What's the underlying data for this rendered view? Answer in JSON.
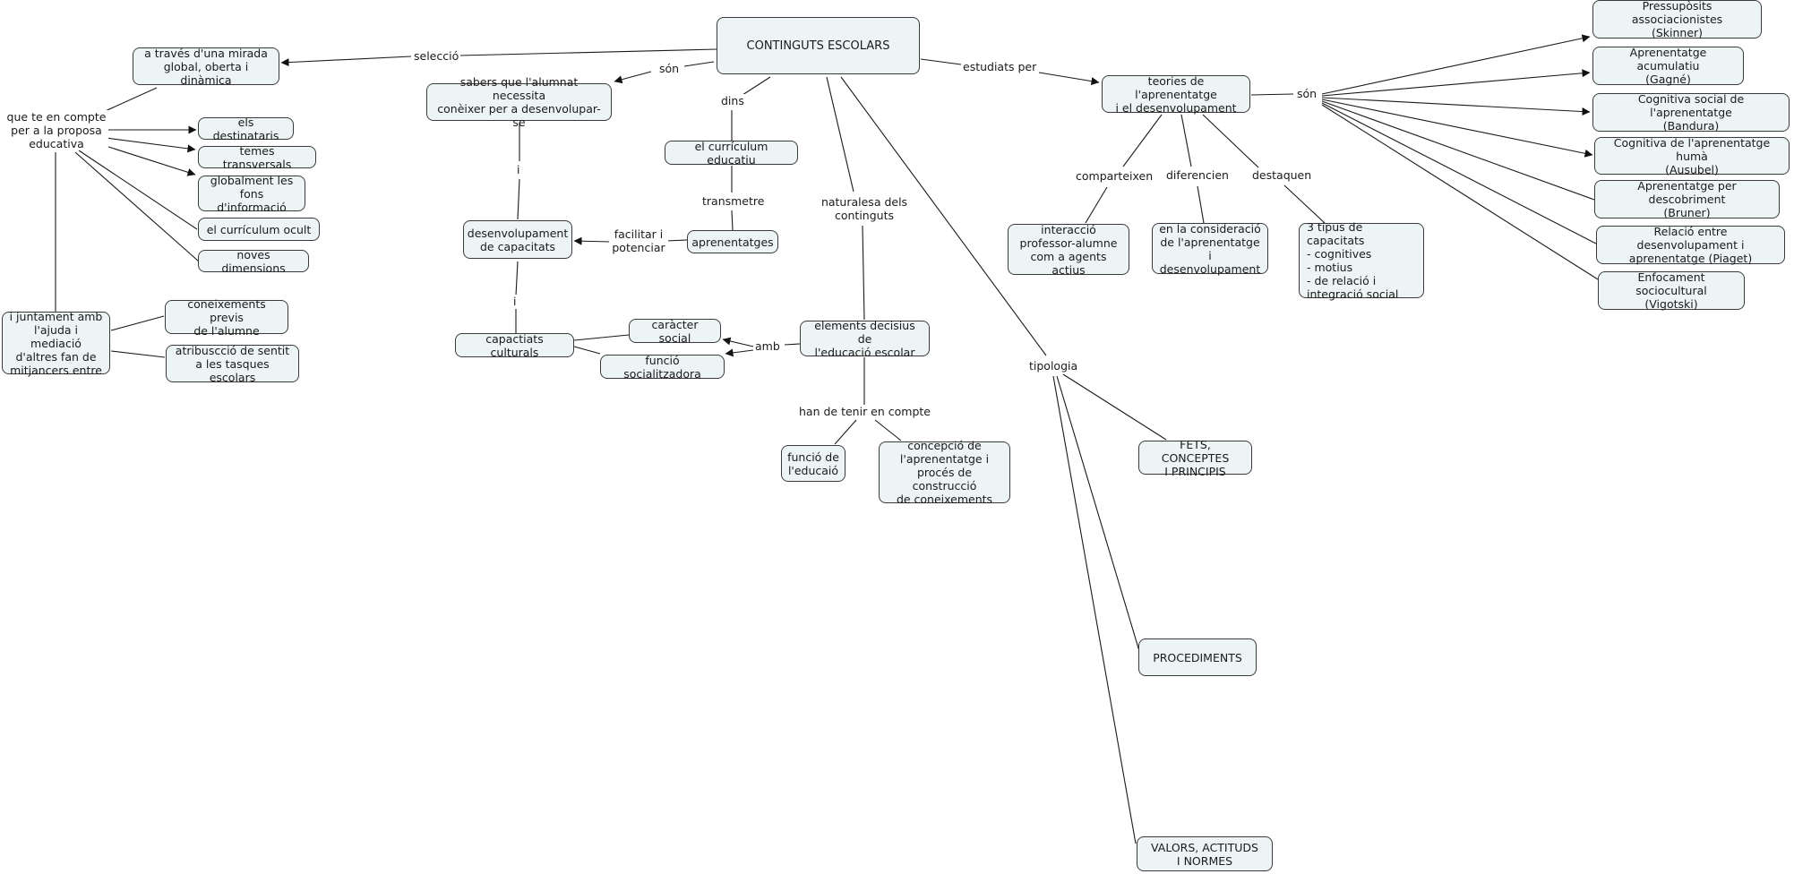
{
  "nodes": {
    "continguts": "CONTINGUTS ESCOLARS",
    "mirada": "a través d'una mirada\nglobal, oberta i dinàmica",
    "sabers": "sabers que l'alumnat necessita\nconèixer per a desenvolupar-se",
    "curriculum_educatiu": "el currículum educatiu",
    "teories": "teories de l'aprenentatge\ni el desenvolupament",
    "destinataris": "els destinataris",
    "transversals": "temes transversals",
    "fons": "globalment les\nfons d'informació",
    "ocult": "el currículum ocult",
    "noves": "noves dimensions",
    "juntament": "i juntament amb\nl'ajuda i mediació\nd'altres fan de\nmitjancers entre",
    "previs": "coneixements previs\nde l'alumne",
    "sentit": "atribuscció de sentit\na les tasques escolars",
    "desenvolupament": "desenvolupament\nde capacitats",
    "aprenentatges": "aprenentatges",
    "culturals": "capactiats culturals",
    "caracter": "caràcter social",
    "socialitzadora": "funció socialitzadora",
    "elements": "elements decisius de\nl'educació escolar",
    "funcio": "funció de\nl'educaió",
    "concepcio": "concepció de\nl'aprenentatge i\nprocés de construcció\nde coneixements",
    "interaccio": "interacció\nprofessor-alumne\ncom a agents actius",
    "consideracio": "en la consideració\nde l'aprenentatge\ni desenvolupament",
    "tipus": "3 tipus de capacitats\n  - cognitives\n  - motius\n  - de relació i\n    integració social",
    "skinner": "Pressupòsits associacionistes\n(Skinner)",
    "gagne": "Aprenentatge acumulatiu\n(Gagné)",
    "bandura": "Cognitiva social de l'aprenentatge\n(Bandura)",
    "ausubel": "Cognitiva de l'aprenentatge humà\n(Ausubel)",
    "bruner": "Aprenentatge per descobriment\n(Bruner)",
    "piaget": "Relació entre desenvolupament i\naprenentatge (Piaget)",
    "vigotski": "Enfocament sociocultural\n(Vigotski)",
    "fets": "FETS, CONCEPTES\nI PRINCIPIS",
    "procediments": "PROCEDIMENTS",
    "valors": "VALORS, ACTITUDS\nI NORMES"
  },
  "labels": {
    "seleccio": "selecció",
    "son_left": "són",
    "dins": "dins",
    "estudiats": "estudiats per",
    "son_right": "són",
    "que_te": "que te en compte\nper a la proposa\neducativa",
    "i_upper": "i",
    "i_lower": "i",
    "transmetre": "transmetre",
    "facilitar": "facilitar i\npotenciar",
    "naturalesa": "naturalesa dels\ncontinguts",
    "amb": "amb",
    "han_de_tenir": "han de tenir en compte",
    "tipologia": "tipologia",
    "comparteixen": "comparteixen",
    "diferencien": "diferencien",
    "destaquen": "destaquen"
  },
  "colors": {
    "node_fill": "#edf4f6",
    "line": "#1a1a1a"
  }
}
